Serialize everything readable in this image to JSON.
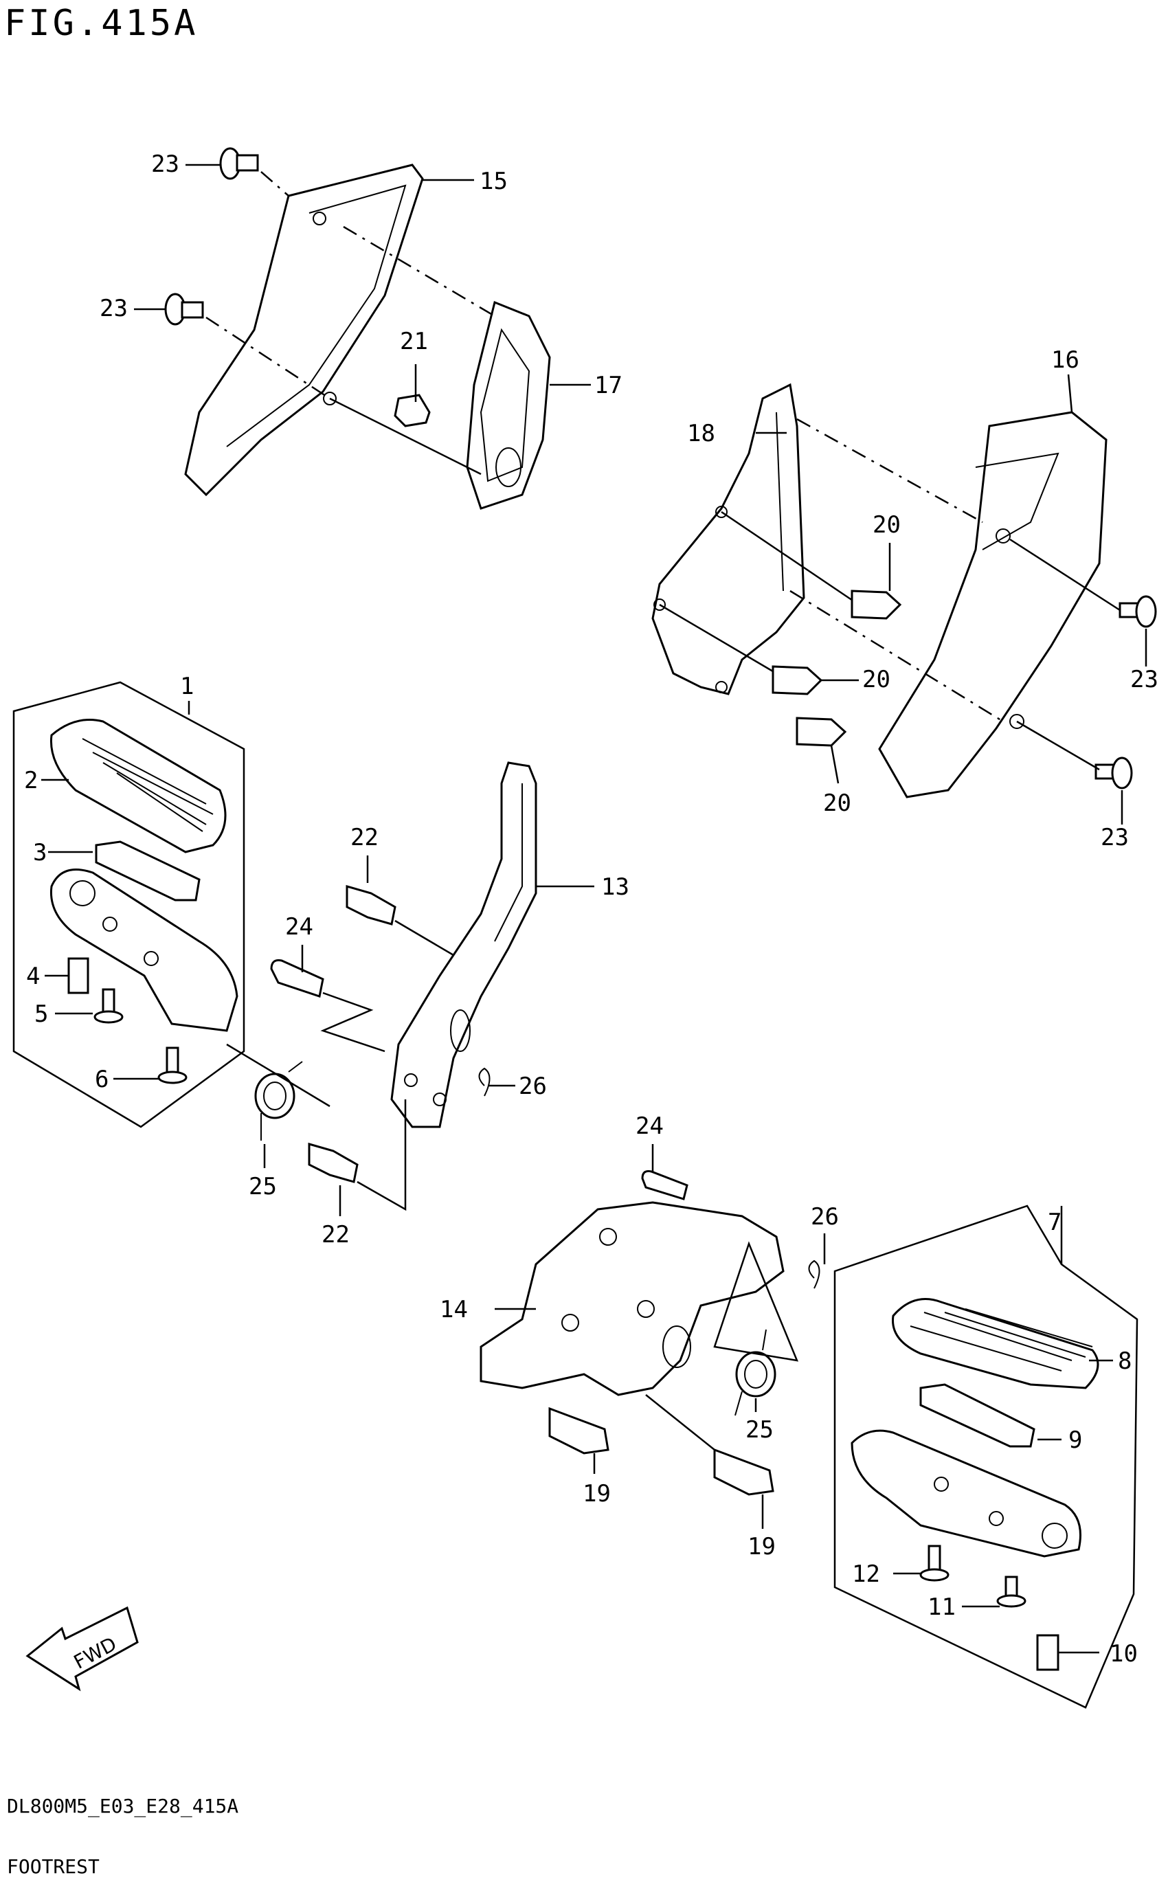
{
  "header": {
    "title": "FIG.415A"
  },
  "footer": {
    "model_code": "DL800M5_E03_E28_415A",
    "part_name": "FOOTREST"
  },
  "direction_arrow": {
    "text": "FWD"
  },
  "callouts": {
    "c1": "1",
    "c2": "2",
    "c3": "3",
    "c4": "4",
    "c5": "5",
    "c6": "6",
    "c7": "7",
    "c8": "8",
    "c9": "9",
    "c10": "10",
    "c11": "11",
    "c12": "12",
    "c13": "13",
    "c14": "14",
    "c15": "15",
    "c16": "16",
    "c17": "17",
    "c18": "18",
    "c19a": "19",
    "c19b": "19",
    "c20a": "20",
    "c20b": "20",
    "c20c": "20",
    "c21": "21",
    "c22a": "22",
    "c22b": "22",
    "c23a": "23",
    "c23b": "23",
    "c23c": "23",
    "c23d": "23",
    "c24a": "24",
    "c24b": "24",
    "c25a": "25",
    "c25b": "25",
    "c26a": "26",
    "c26b": "26"
  }
}
